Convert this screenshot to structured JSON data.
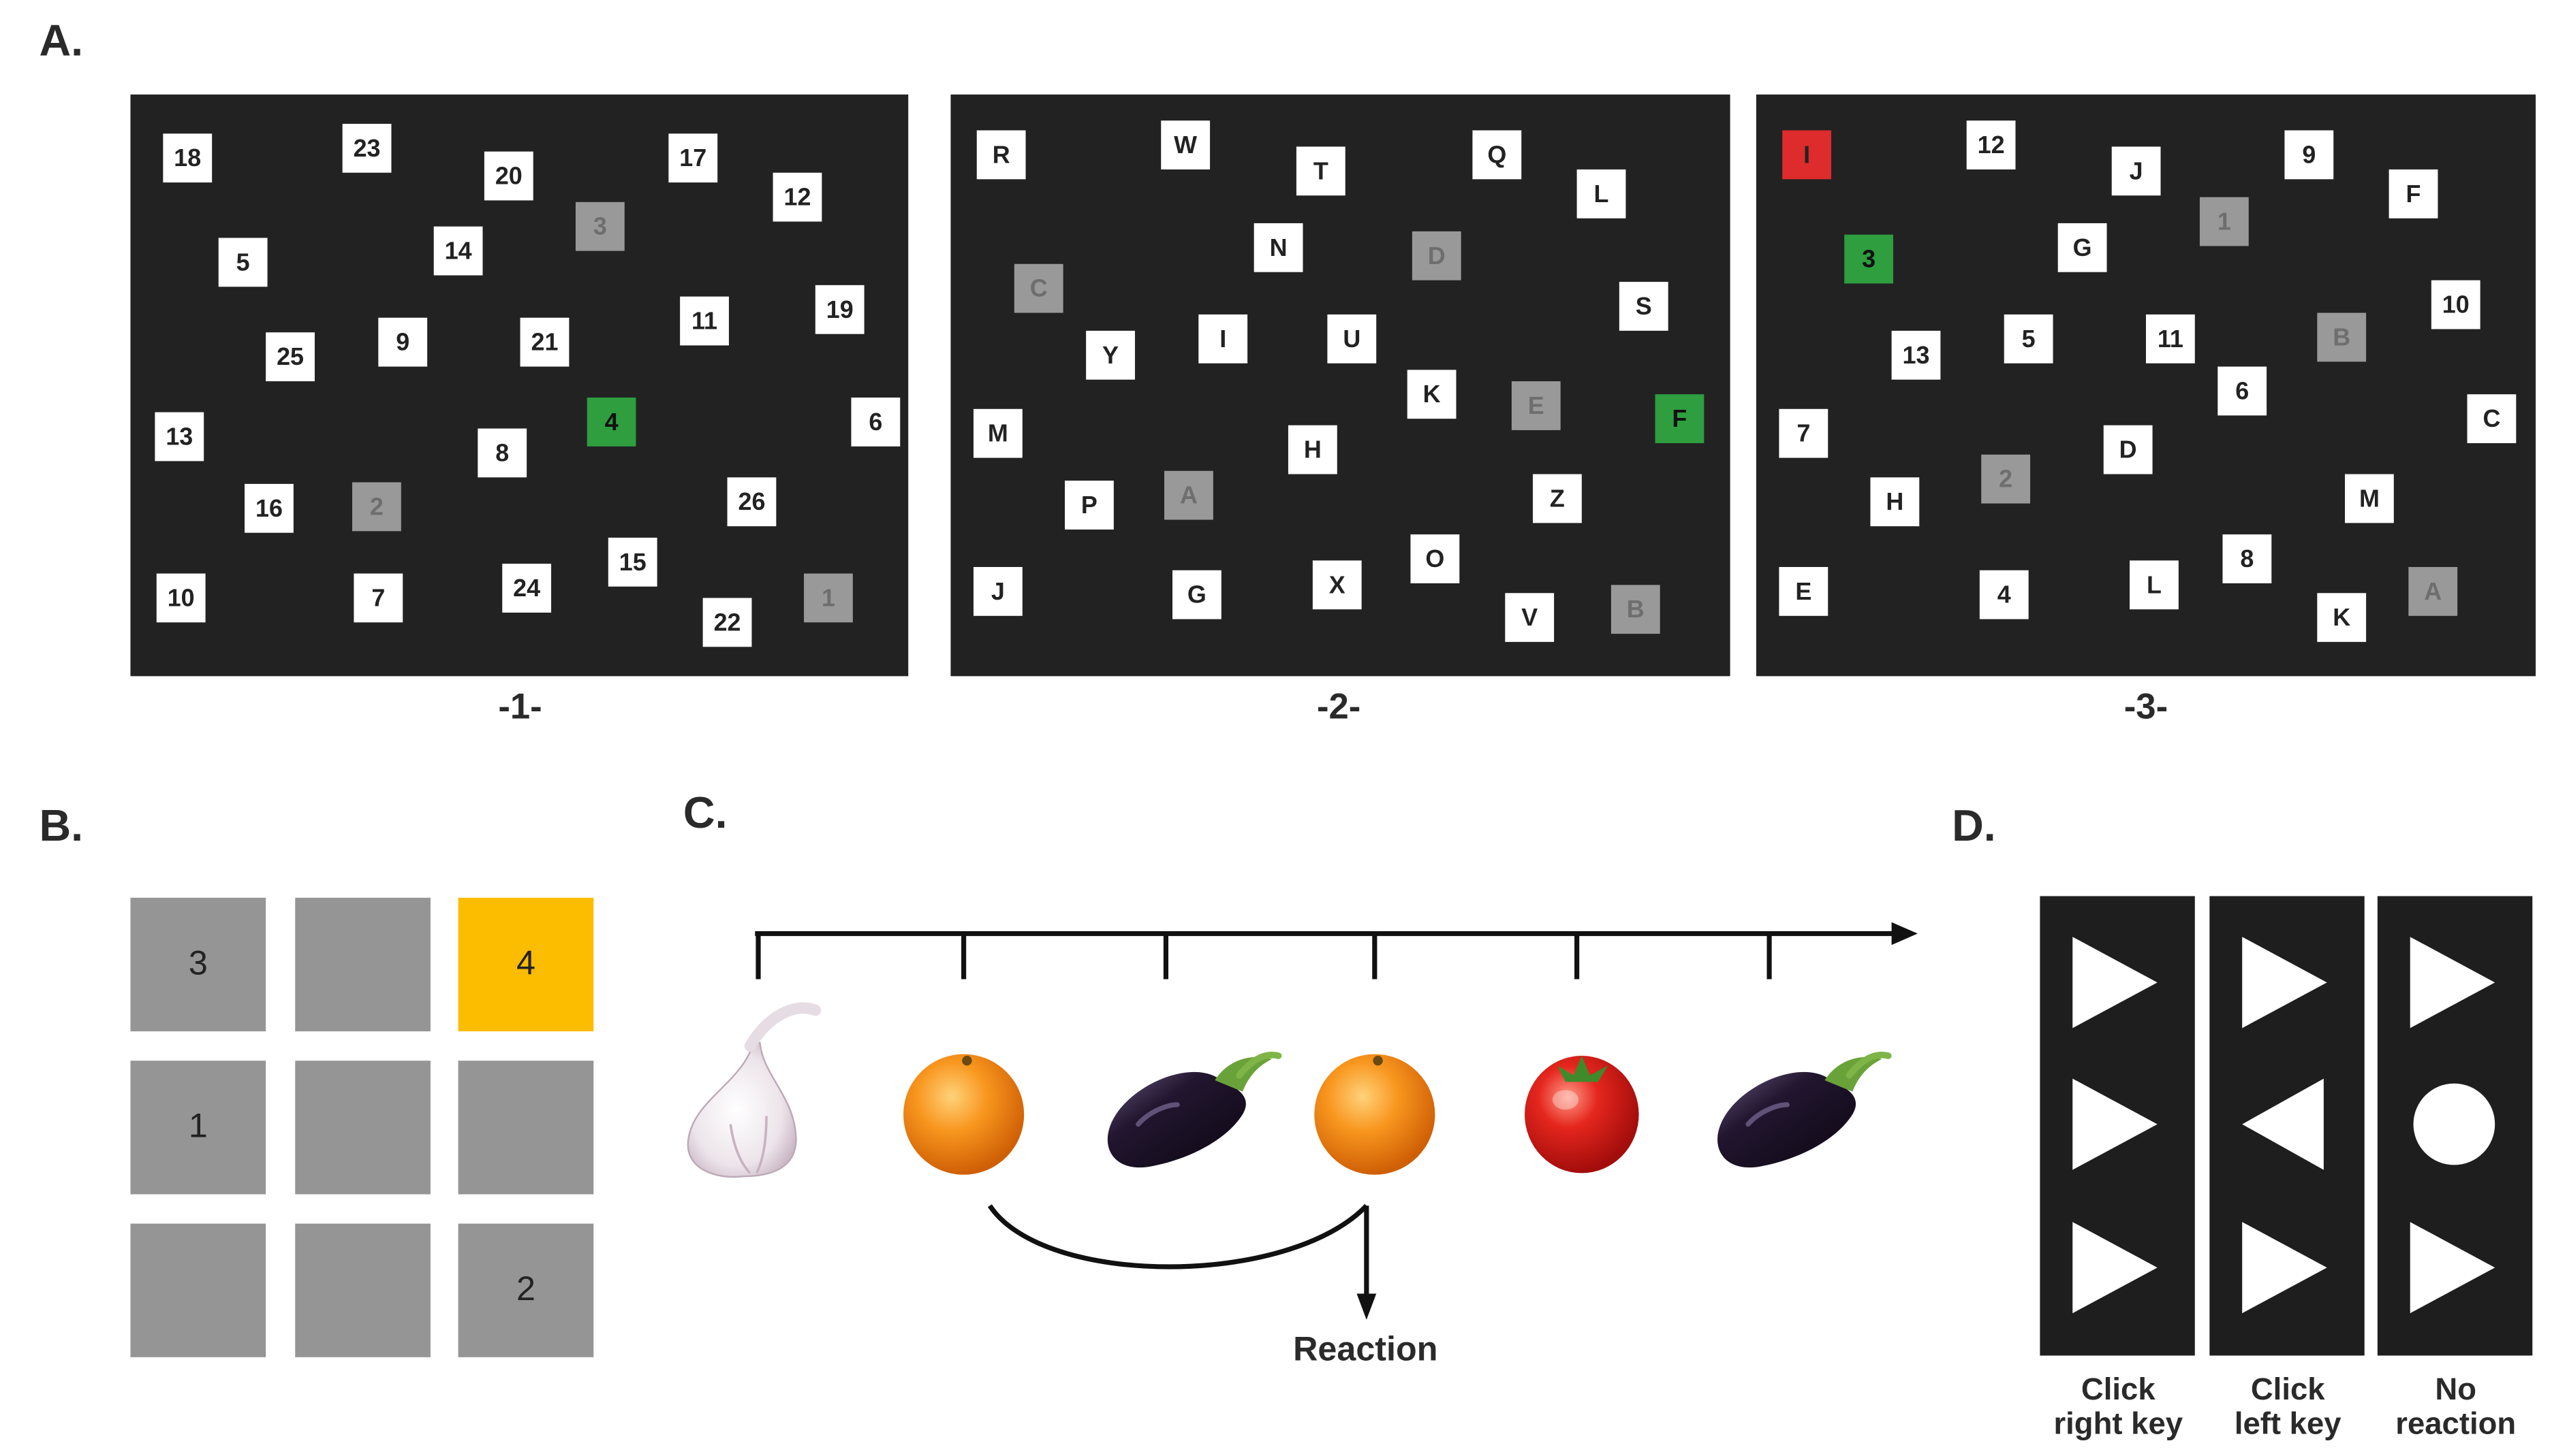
{
  "panel_labels": {
    "a": "A.",
    "b": "B.",
    "c": "C.",
    "d": "D."
  },
  "captions": [
    "-1-",
    "-2-",
    "-3-"
  ],
  "boards": [
    [
      {
        "t": "18",
        "c": "white"
      },
      {
        "t": "23",
        "c": "white"
      },
      {
        "t": "20",
        "c": "white"
      },
      {
        "t": "17",
        "c": "white"
      },
      {
        "t": "12",
        "c": "white"
      },
      {
        "t": "3",
        "c": "gray"
      },
      {
        "t": "5",
        "c": "white"
      },
      {
        "t": "14",
        "c": "white"
      },
      {
        "t": "11",
        "c": "white"
      },
      {
        "t": "19",
        "c": "white"
      },
      {
        "t": "25",
        "c": "white"
      },
      {
        "t": "9",
        "c": "white"
      },
      {
        "t": "21",
        "c": "white"
      },
      {
        "t": "4",
        "c": "green"
      },
      {
        "t": "6",
        "c": "white"
      },
      {
        "t": "13",
        "c": "white"
      },
      {
        "t": "8",
        "c": "white"
      },
      {
        "t": "26",
        "c": "white"
      },
      {
        "t": "16",
        "c": "white"
      },
      {
        "t": "2",
        "c": "gray"
      },
      {
        "t": "15",
        "c": "white"
      },
      {
        "t": "10",
        "c": "white"
      },
      {
        "t": "7",
        "c": "white"
      },
      {
        "t": "24",
        "c": "white"
      },
      {
        "t": "22",
        "c": "white"
      },
      {
        "t": "1",
        "c": "gray"
      }
    ],
    [
      {
        "t": "R",
        "c": "white"
      },
      {
        "t": "W",
        "c": "white"
      },
      {
        "t": "T",
        "c": "white"
      },
      {
        "t": "Q",
        "c": "white"
      },
      {
        "t": "L",
        "c": "white"
      },
      {
        "t": "N",
        "c": "white"
      },
      {
        "t": "D",
        "c": "gray"
      },
      {
        "t": "C",
        "c": "gray"
      },
      {
        "t": "S",
        "c": "white"
      },
      {
        "t": "Y",
        "c": "white"
      },
      {
        "t": "I",
        "c": "white"
      },
      {
        "t": "U",
        "c": "white"
      },
      {
        "t": "K",
        "c": "white"
      },
      {
        "t": "E",
        "c": "gray"
      },
      {
        "t": "F",
        "c": "green"
      },
      {
        "t": "M",
        "c": "white"
      },
      {
        "t": "H",
        "c": "white"
      },
      {
        "t": "P",
        "c": "white"
      },
      {
        "t": "A",
        "c": "gray"
      },
      {
        "t": "Z",
        "c": "white"
      },
      {
        "t": "O",
        "c": "white"
      },
      {
        "t": "J",
        "c": "white"
      },
      {
        "t": "G",
        "c": "white"
      },
      {
        "t": "X",
        "c": "white"
      },
      {
        "t": "V",
        "c": "white"
      },
      {
        "t": "B",
        "c": "gray"
      }
    ],
    [
      {
        "t": "I",
        "c": "red"
      },
      {
        "t": "12",
        "c": "white"
      },
      {
        "t": "J",
        "c": "white"
      },
      {
        "t": "9",
        "c": "white"
      },
      {
        "t": "F",
        "c": "white"
      },
      {
        "t": "1",
        "c": "gray"
      },
      {
        "t": "3",
        "c": "green"
      },
      {
        "t": "G",
        "c": "white"
      },
      {
        "t": "10",
        "c": "white"
      },
      {
        "t": "13",
        "c": "white"
      },
      {
        "t": "5",
        "c": "white"
      },
      {
        "t": "11",
        "c": "white"
      },
      {
        "t": "B",
        "c": "gray"
      },
      {
        "t": "6",
        "c": "white"
      },
      {
        "t": "7",
        "c": "white"
      },
      {
        "t": "D",
        "c": "white"
      },
      {
        "t": "C",
        "c": "white"
      },
      {
        "t": "H",
        "c": "white"
      },
      {
        "t": "2",
        "c": "gray"
      },
      {
        "t": "M",
        "c": "white"
      },
      {
        "t": "E",
        "c": "white"
      },
      {
        "t": "8",
        "c": "white"
      },
      {
        "t": "4",
        "c": "white"
      },
      {
        "t": "L",
        "c": "white"
      },
      {
        "t": "K",
        "c": "white"
      },
      {
        "t": "A",
        "c": "gray"
      }
    ]
  ],
  "grid_b": [
    "3",
    "",
    "4",
    "1",
    "",
    "",
    "",
    "",
    "2"
  ],
  "grid_b_colors": [
    "gray",
    "gray",
    "yellow",
    "gray",
    "gray",
    "gray",
    "gray",
    "gray",
    "gray"
  ],
  "sequence_c": [
    "garlic",
    "orange",
    "eggplant",
    "orange",
    "tomato",
    "eggplant"
  ],
  "reaction_label": "Reaction",
  "panel_d": [
    {
      "shapes": [
        "right",
        "right",
        "right"
      ],
      "line1": "Click",
      "line2": "right key"
    },
    {
      "shapes": [
        "right",
        "left",
        "right"
      ],
      "line1": "Click",
      "line2": "left key"
    },
    {
      "shapes": [
        "right",
        "circle",
        "right"
      ],
      "line1": "No",
      "line2": "reaction"
    }
  ],
  "colors": {
    "panel_bg": "#222222",
    "tile": "#ffffff",
    "gray": "#999999",
    "green": "#2e9e3e",
    "red": "#de2b2b",
    "yellow": "#fcbc00"
  }
}
